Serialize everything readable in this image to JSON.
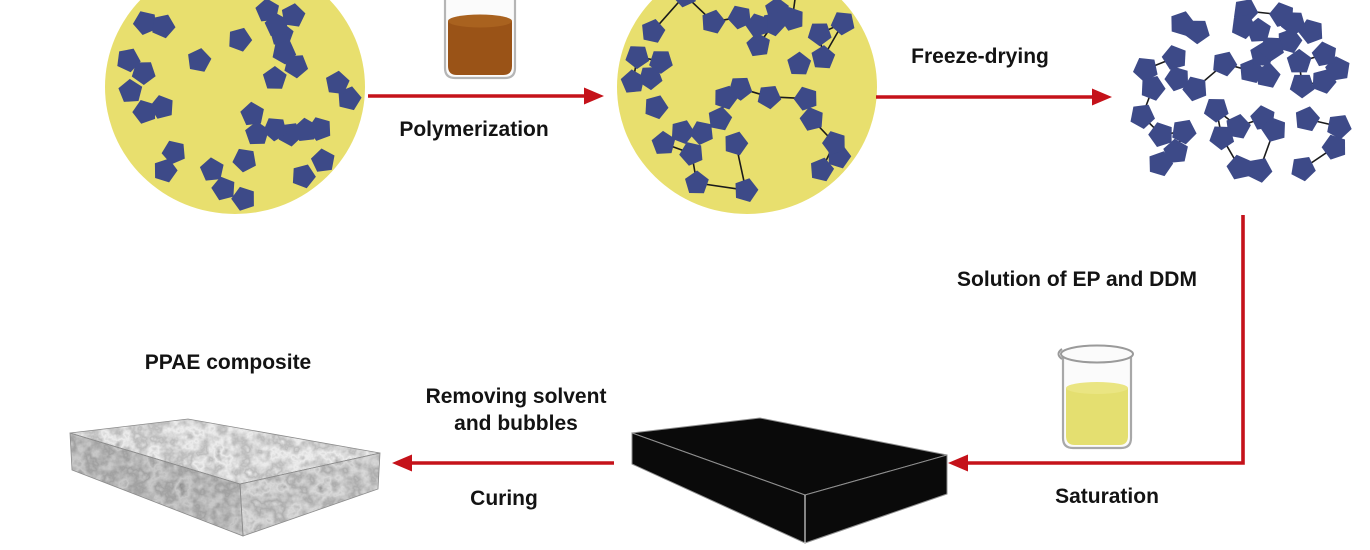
{
  "labels": {
    "polymerization": "Polymerization",
    "freeze_drying": "Freeze-drying",
    "solution_ep_ddm": "Solution of EP and DDM",
    "saturation": "Saturation",
    "removing_line1": "Removing solvent",
    "removing_line2": "and bubbles",
    "curing": "Curing",
    "ppae_composite": "PPAE composite"
  },
  "colors": {
    "arrow_red": "#c5121a",
    "matrix_yellow": "#e8df6e",
    "pentagon_blue": "#3d4a88",
    "chain_black": "#1b1b1b",
    "sphere_edge_gray": "#8d8d8d",
    "brown_liquid": "#9a5317",
    "brown_liquid_surface": "#a9621f",
    "yellow_liquid": "#e4df70",
    "yellow_liquid_surface": "#eae582",
    "slab_black": "#0a0a0a",
    "text_color": "#131313"
  },
  "graphics": [
    {
      "name": "filler-suspension-circle"
    },
    {
      "name": "brown-solution-beaker-icon"
    },
    {
      "name": "polymerized-suspension-circle"
    },
    {
      "name": "freeze-dried-aerogel"
    },
    {
      "name": "yellow-solution-beaker-icon"
    },
    {
      "name": "black-epoxy-slab"
    },
    {
      "name": "ppae-composite-slab"
    }
  ]
}
